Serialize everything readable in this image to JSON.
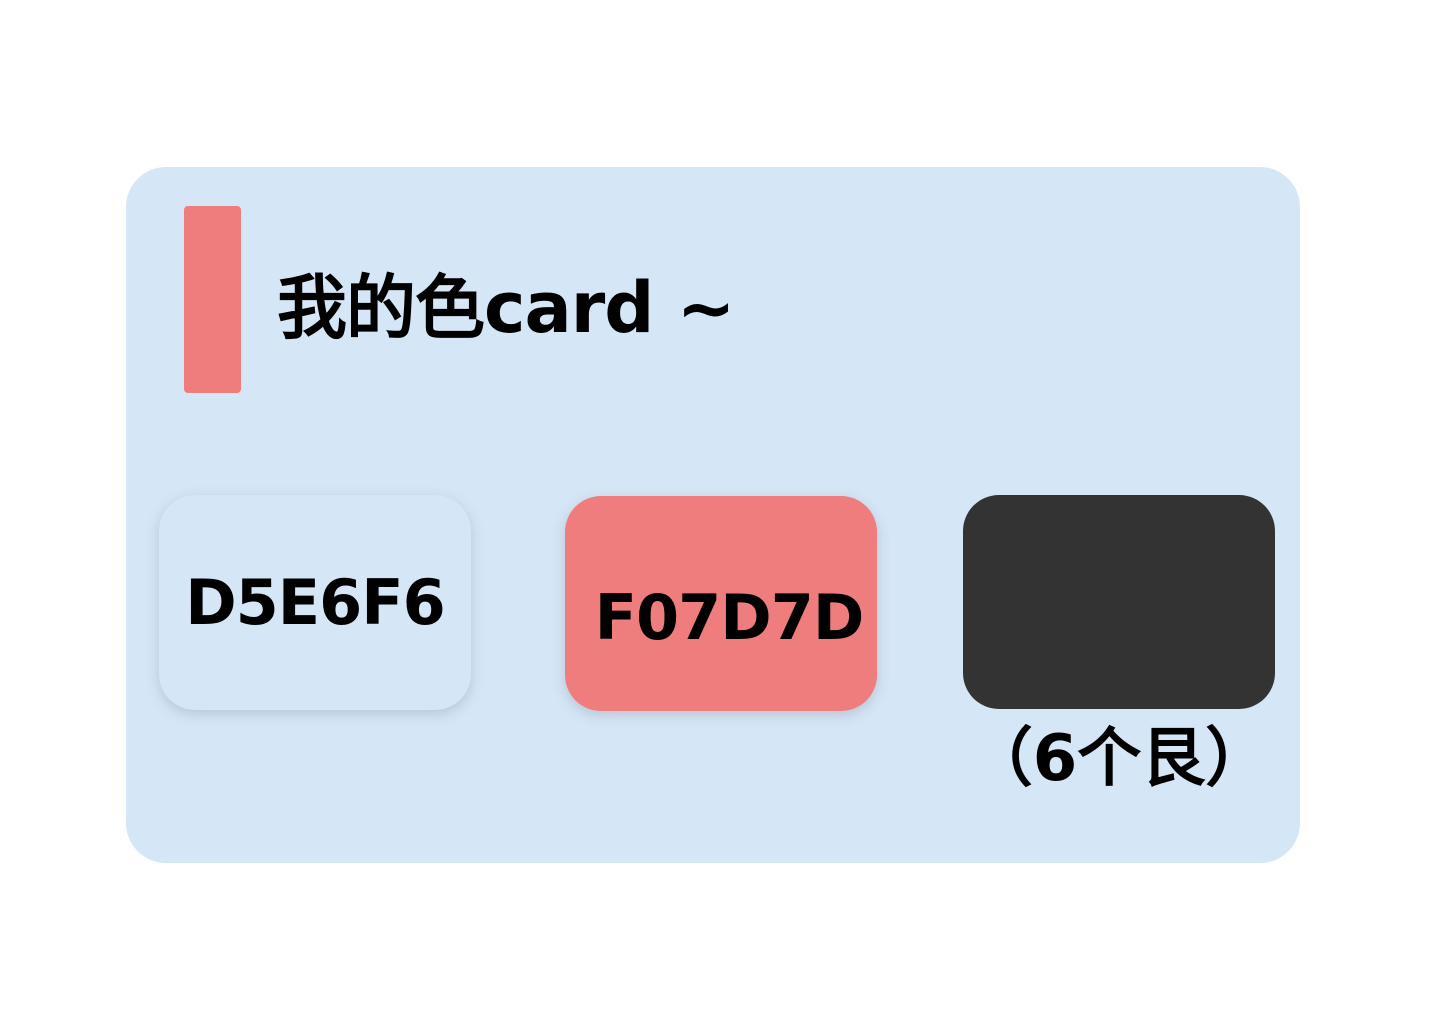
{
  "card": {
    "background": "#D5E6F6",
    "accent_color": "#F07D7D",
    "title": "我的色card ~",
    "swatches": [
      {
        "label": "D5E6F6",
        "color": "#D5E6F6"
      },
      {
        "label": "F07D7D",
        "color": "#F07D7D"
      },
      {
        "label": "",
        "color": "#333333",
        "caption": "（6个⾉）"
      }
    ]
  }
}
